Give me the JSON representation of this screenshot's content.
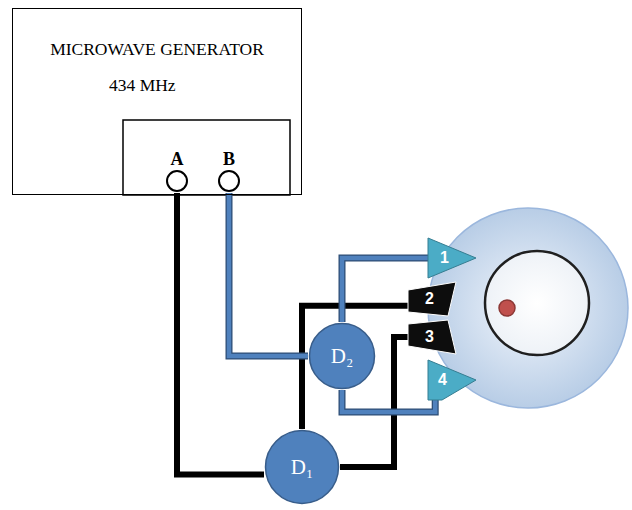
{
  "diagram": {
    "nodes": [
      {
        "text": [
          "MICROWAVE GENERATOR",
          "434 MHz"
        ]
      },
      {
        "text": [
          "A"
        ],
        "in": 0
      },
      {
        "text": [
          "B"
        ],
        "in": 0
      },
      {
        "text": [
          "D₁"
        ]
      },
      {
        "text": [
          "D₂"
        ]
      },
      {
        "text": [
          "1"
        ]
      },
      {
        "text": [
          "2"
        ]
      },
      {
        "text": [
          "3"
        ]
      },
      {
        "text": [
          "4"
        ]
      }
    ],
    "edges": [
      {
        "from": 1,
        "to": 3,
        "arrow": "none"
      },
      {
        "from": 3,
        "to": 6,
        "arrow": "none"
      },
      {
        "from": 3,
        "to": 7,
        "arrow": "none"
      },
      {
        "from": 2,
        "to": 4,
        "arrow": "none"
      },
      {
        "from": 4,
        "to": 5,
        "arrow": "none"
      },
      {
        "from": 4,
        "to": 8,
        "arrow": "none"
      }
    ]
  }
}
